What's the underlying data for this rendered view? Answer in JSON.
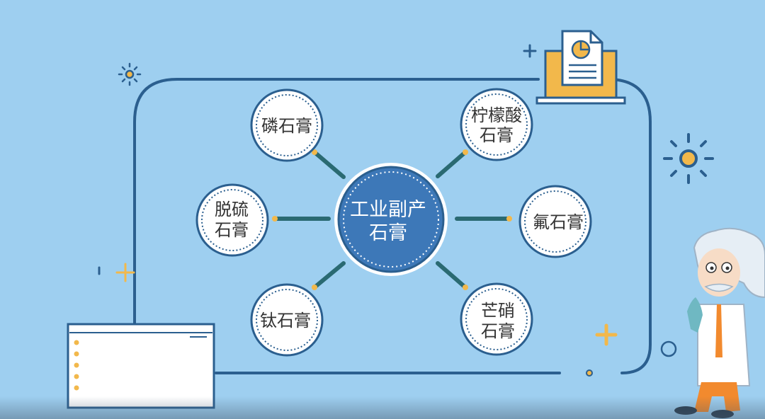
{
  "diagram": {
    "center": {
      "line1": "工业副产",
      "line2": "石膏"
    },
    "nodes": [
      {
        "id": "phospho",
        "lines": [
          "磷石膏"
        ]
      },
      {
        "id": "citric",
        "lines": [
          "柠檬酸",
          "石膏"
        ]
      },
      {
        "id": "desulf",
        "lines": [
          "脱硫",
          "石膏"
        ]
      },
      {
        "id": "fluoro",
        "lines": [
          "氟石膏"
        ]
      },
      {
        "id": "titanium",
        "lines": [
          "钛石膏"
        ]
      },
      {
        "id": "mirabilite",
        "lines": [
          "芒硝",
          "石膏"
        ]
      }
    ]
  },
  "colors": {
    "background": "#9ecff0",
    "frame": "#2b5f8f",
    "center_fill": "#3d78b8",
    "connector": "#2a6a72",
    "accent": "#f2b84b"
  }
}
